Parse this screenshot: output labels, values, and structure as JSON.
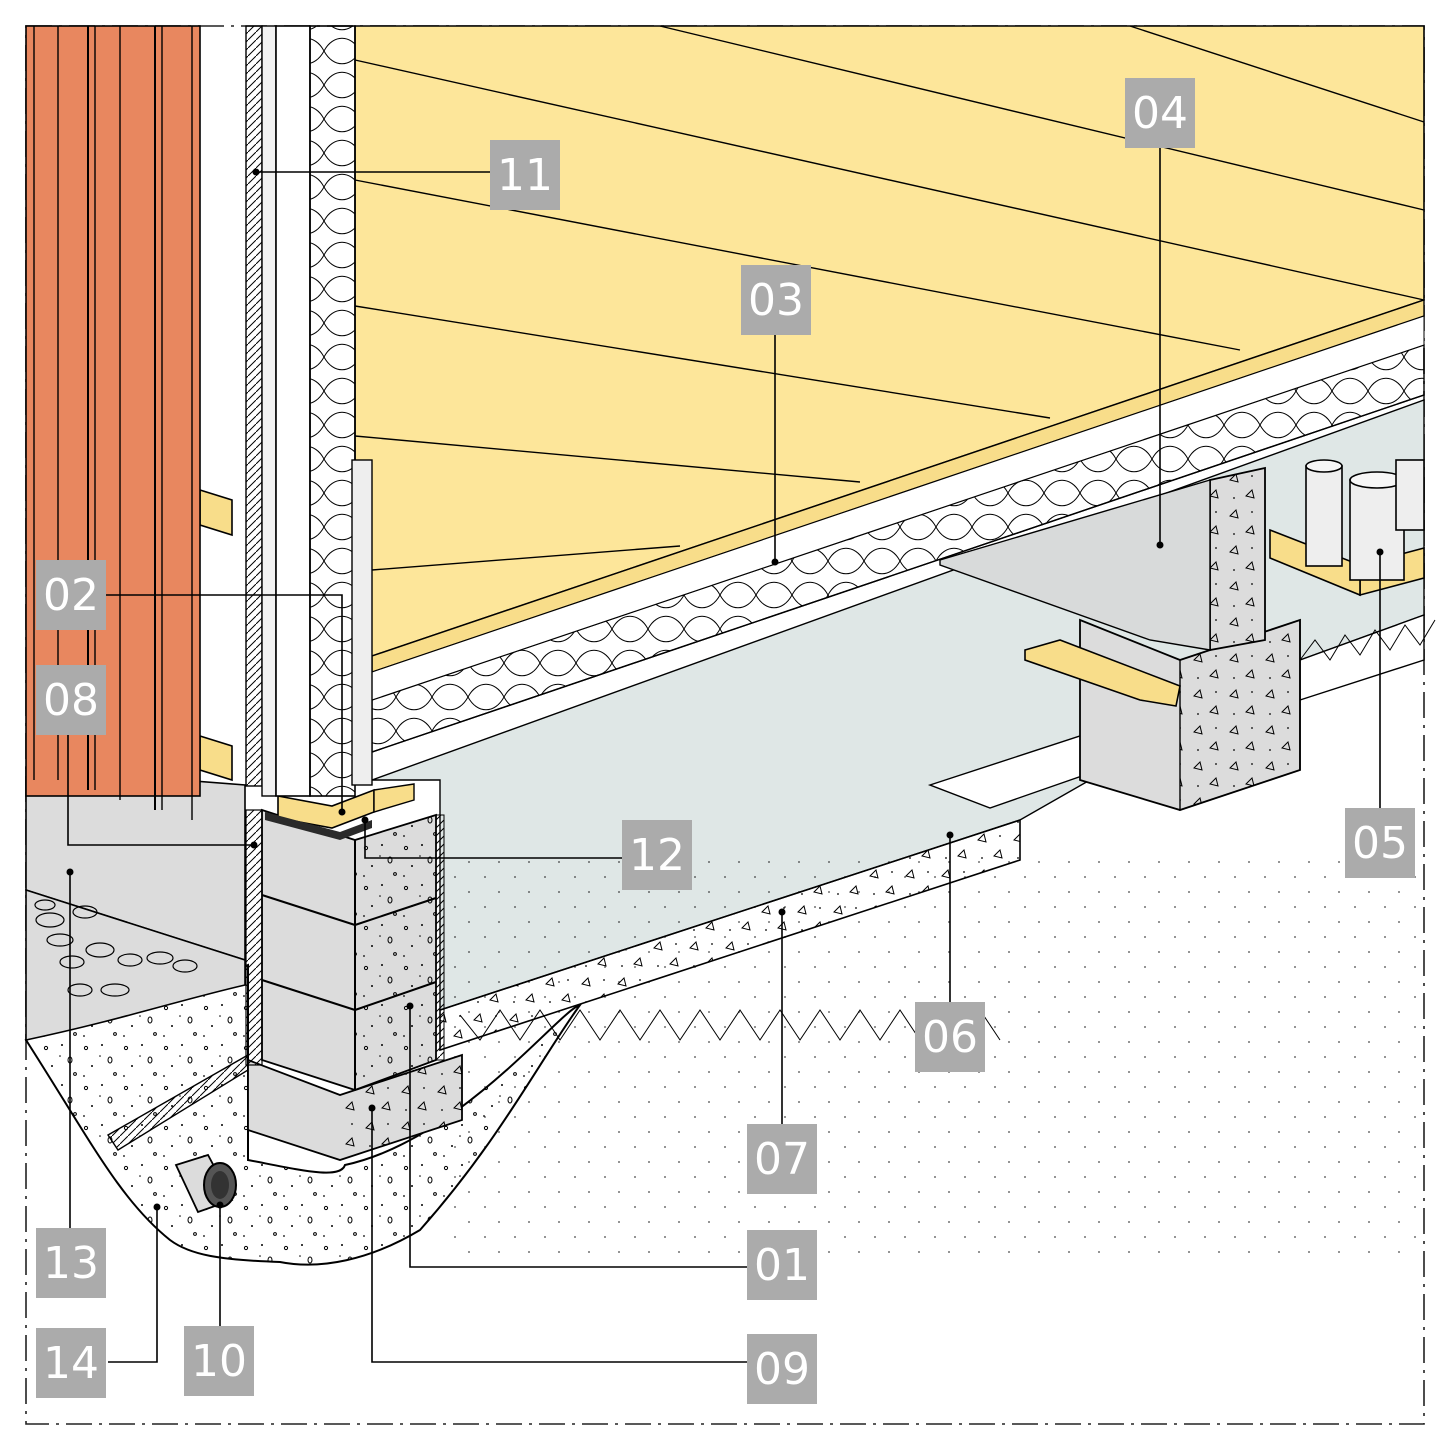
{
  "callouts": [
    {
      "id": "01",
      "text": "01"
    },
    {
      "id": "02",
      "text": "02"
    },
    {
      "id": "03",
      "text": "03"
    },
    {
      "id": "04",
      "text": "04"
    },
    {
      "id": "05",
      "text": "05"
    },
    {
      "id": "06",
      "text": "06"
    },
    {
      "id": "07",
      "text": "07"
    },
    {
      "id": "08",
      "text": "08"
    },
    {
      "id": "09",
      "text": "09"
    },
    {
      "id": "10",
      "text": "10"
    },
    {
      "id": "11",
      "text": "11"
    },
    {
      "id": "12",
      "text": "12"
    },
    {
      "id": "13",
      "text": "13"
    },
    {
      "id": "14",
      "text": "14"
    }
  ],
  "colors": {
    "cladding": "#e8875f",
    "board": "#fde69a",
    "timber": "#f8dd8a",
    "concrete": "#dcdcdc",
    "vapour_membrane": "#dfe7e6",
    "label_bg": "#ababab",
    "label_text": "#ffffff"
  }
}
